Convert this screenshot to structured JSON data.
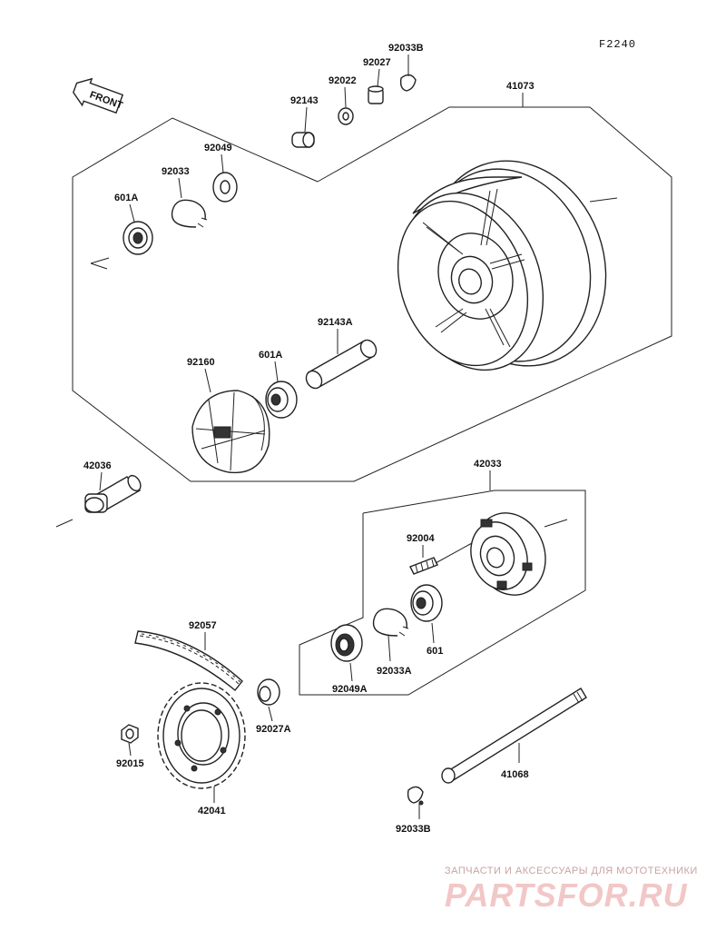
{
  "diagram_code": "F2240",
  "front_label": "FRONT",
  "labels": {
    "p92033B_top": "92033B",
    "p92027": "92027",
    "p92022": "92022",
    "p92143": "92143",
    "p41073": "41073",
    "p92049": "92049",
    "p92033": "92033",
    "p601A_top": "601A",
    "p92143A": "92143A",
    "p92160": "92160",
    "p601A_mid": "601A",
    "p42036": "42036",
    "p42033": "42033",
    "p92004": "92004",
    "p601": "601",
    "p92033A": "92033A",
    "p92049A": "92049A",
    "p92057": "92057",
    "p92027A": "92027A",
    "p92015": "92015",
    "p42041": "42041",
    "p41068": "41068",
    "p92033B_bottom": "92033B"
  },
  "watermark": {
    "tagline": "ЗАПЧАСТИ И АКСЕССУАРЫ ДЛЯ МОТОТЕХНИКИ",
    "brand": "PARTSFOR.RU"
  }
}
